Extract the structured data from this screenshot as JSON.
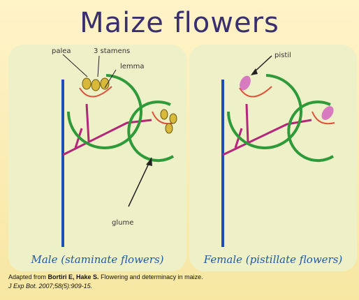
{
  "title": "Maize flowers",
  "male": {
    "caption": "Male (staminate flowers)",
    "labels": {
      "palea": "palea",
      "stamens": "3 stamens",
      "lemma": "lemma",
      "glume": "glume"
    }
  },
  "female": {
    "caption": "Female (pistillate flowers)",
    "labels": {
      "pistil": "pistil"
    }
  },
  "citation": {
    "line1_prefix": "Adapted from ",
    "authors": "Bortiri E, Hake S.",
    "line1_suffix": " Flowering and determinacy in maize.",
    "line2": "J Exp Bot. 2007;58(5):909-15."
  },
  "colors": {
    "stem": "#1d4fb8",
    "branch": "#b5257a",
    "glume": "#2f9a3a",
    "lemma": "#e0513a",
    "stamen": "#d8b93a",
    "pistil": "#d77ac0",
    "title": "#3a2f6e",
    "caption": "#1f5aa6"
  }
}
